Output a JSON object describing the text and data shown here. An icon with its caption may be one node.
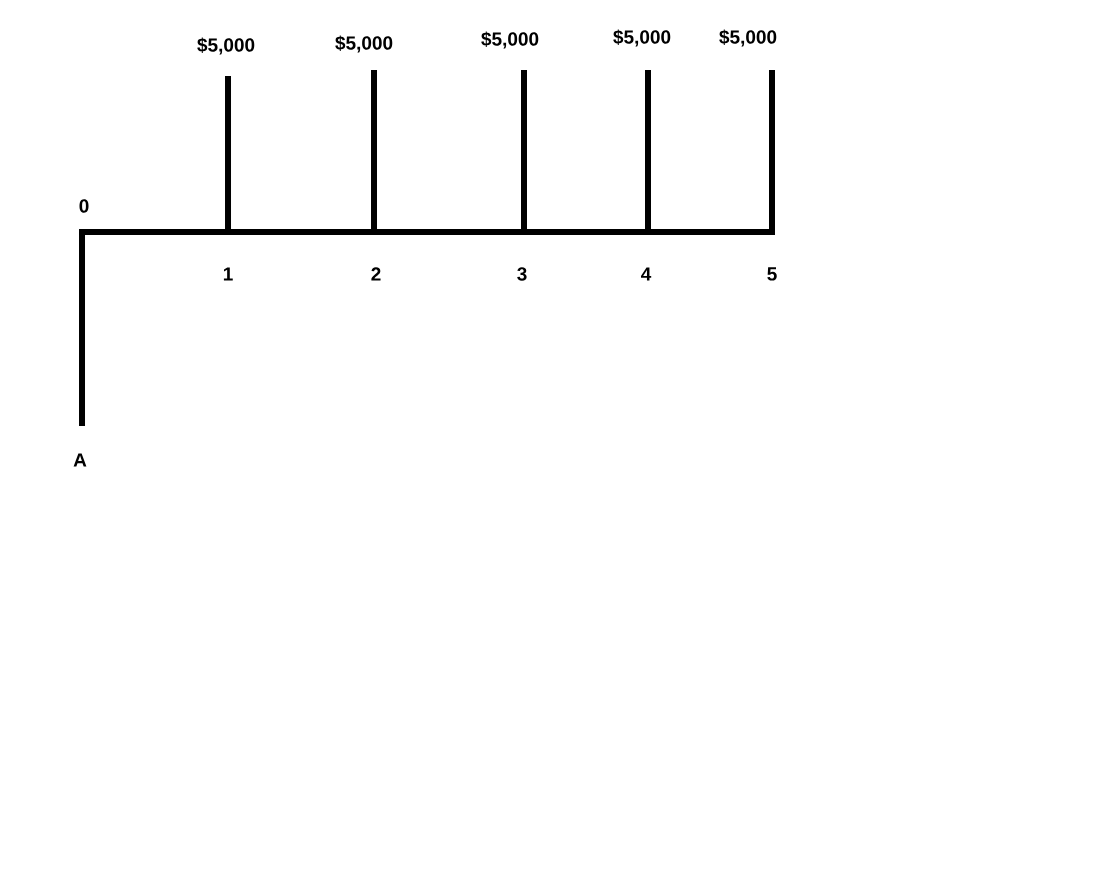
{
  "diagram": {
    "labels": [
      "$5,000",
      "$5,000",
      "$5,000",
      "$5,000",
      "$5,000",
      "0",
      "1",
      "2",
      "3",
      "4",
      "5",
      "A"
    ]
  }
}
